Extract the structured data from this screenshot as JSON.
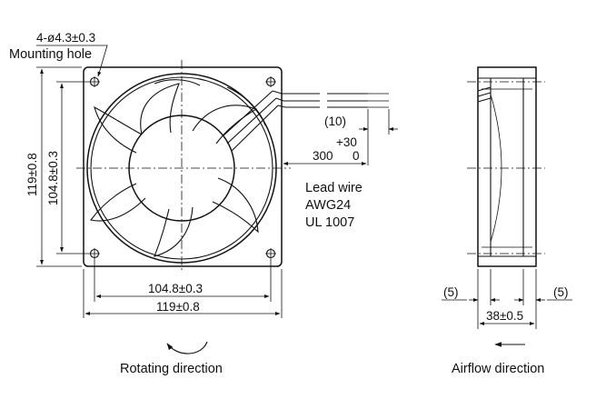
{
  "front_view": {
    "hole_spec": "4-ø4.3±0.3",
    "hole_label": "Mounting hole",
    "height_outer": "119±0.8",
    "height_pitch": "104.8±0.3",
    "width_pitch": "104.8±0.3",
    "width_outer": "119±0.8"
  },
  "lead_wire": {
    "end_strip": "(10)",
    "tol_upper": "+30",
    "length": "300",
    "tol_lower": "0",
    "line1": "Lead wire",
    "line2": "AWG24",
    "line3": "UL 1007"
  },
  "side_view": {
    "left_flange": "(5)",
    "right_flange": "(5)",
    "depth": "38±0.5"
  },
  "captions": {
    "rotating": "Rotating direction",
    "airflow": "Airflow direction"
  }
}
